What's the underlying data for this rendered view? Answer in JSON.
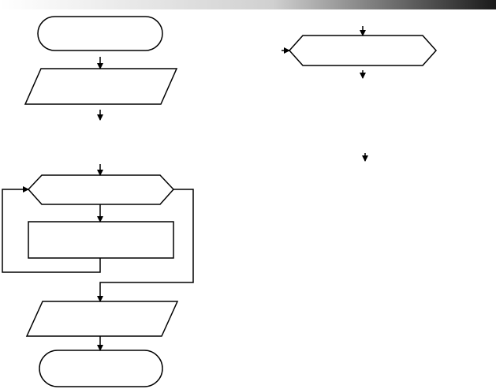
{
  "colors": {
    "stroke": "#000000",
    "background": "#ffffff",
    "header_gradient_start": "#ffffff",
    "header_gradient_end": "#1a1a1a"
  },
  "shapes": [
    {
      "id": "start",
      "kind": "terminator"
    },
    {
      "id": "input",
      "kind": "io"
    },
    {
      "id": "loop-condition",
      "kind": "preparation"
    },
    {
      "id": "loop-body",
      "kind": "process"
    },
    {
      "id": "output",
      "kind": "io"
    },
    {
      "id": "end",
      "kind": "terminator"
    },
    {
      "id": "right-condition",
      "kind": "preparation"
    }
  ]
}
